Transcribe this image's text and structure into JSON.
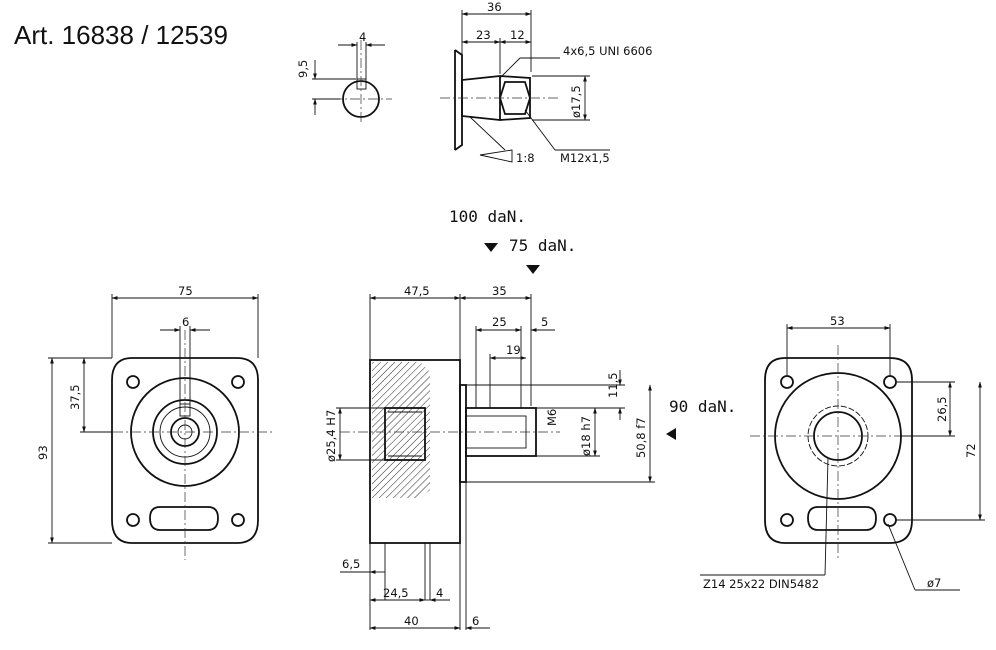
{
  "title": "Art. 16838 / 12539",
  "loads": {
    "radial_load_1": "100 daN.",
    "radial_load_2": "75 daN.",
    "axial_load": "90 daN."
  },
  "key_detail": {
    "width": "4",
    "height": "9,5"
  },
  "taper_detail": {
    "total_length": "36",
    "length_a": "23",
    "length_b": "12",
    "key_spec": "4x6,5 UNI 6606",
    "diameter": "ø17,5",
    "taper": "1:8",
    "thread": "M12x1,5"
  },
  "front_view": {
    "width": "75",
    "slot_width": "6",
    "height": "93",
    "center_offset": "37,5"
  },
  "side_view": {
    "body_length": "47,5",
    "shaft_length": "35",
    "spline_length": "25",
    "chamfer": "5",
    "spline_useful": "19",
    "shaft_offset": "11,5",
    "thread": "M6",
    "shaft_dia": "ø18 h7",
    "pilot_dia": "50,8 f7",
    "port_dia": "ø25,4 H7",
    "dim_6_5": "6,5",
    "dim_24_5": "24,5",
    "dim_4": "4",
    "dim_40": "40",
    "dim_6": "6"
  },
  "rear_view": {
    "hole_span": "53",
    "offset": "26,5",
    "height": "72",
    "spline_spec": "Z14 25x22 DIN5482",
    "hole_dia": "ø7"
  }
}
